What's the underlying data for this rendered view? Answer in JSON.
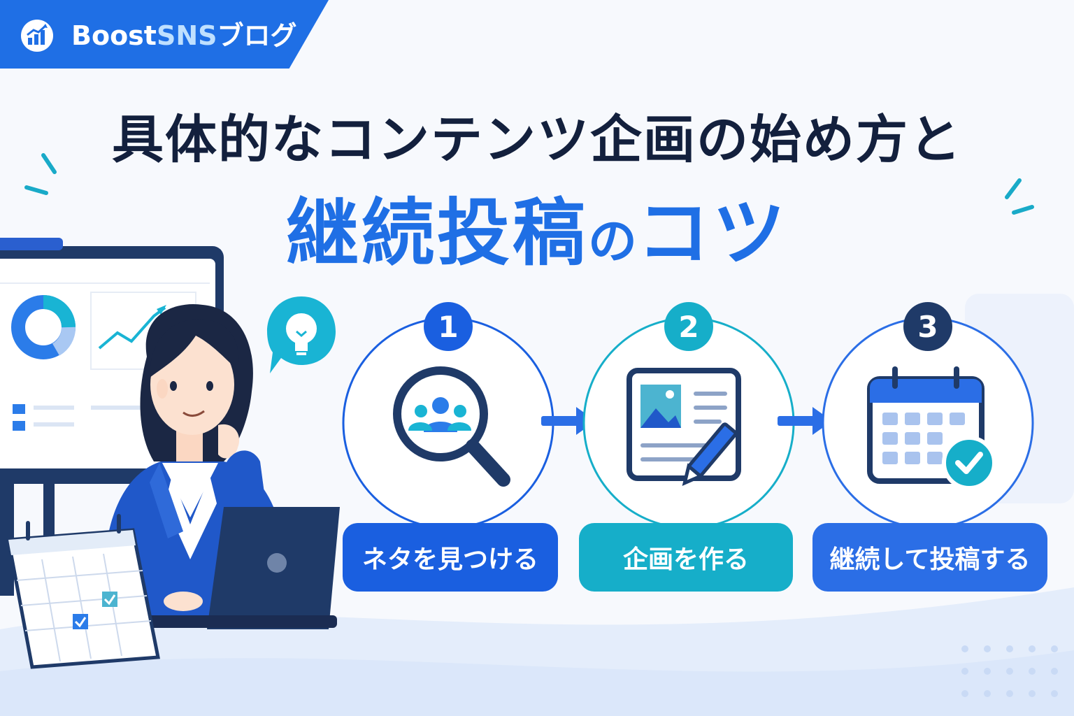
{
  "brand": {
    "name_prefix": "Boost",
    "name_highlight": "SNS",
    "name_suffix": "ブログ",
    "icon": "bar-chart-up-icon",
    "color": "#1f6fe5"
  },
  "title": {
    "line1": "具体的なコンテンツ企画の始め方と",
    "line2_main": "継続投稿",
    "line2_particle": "の",
    "line2_end": "コツ"
  },
  "steps": [
    {
      "number": "1",
      "label": "ネタを見つける",
      "icon": "magnifier-people-icon",
      "color": "#1a5fe0"
    },
    {
      "number": "2",
      "label": "企画を作る",
      "icon": "document-pencil-icon",
      "color": "#16aec9"
    },
    {
      "number": "3",
      "label": "継続して投稿する",
      "icon": "calendar-check-icon",
      "color": "#2b6ee6"
    }
  ],
  "colors": {
    "dark": "#13203d",
    "blue": "#1f6fe5",
    "teal": "#16aec9",
    "background": "#f7f9fd"
  }
}
